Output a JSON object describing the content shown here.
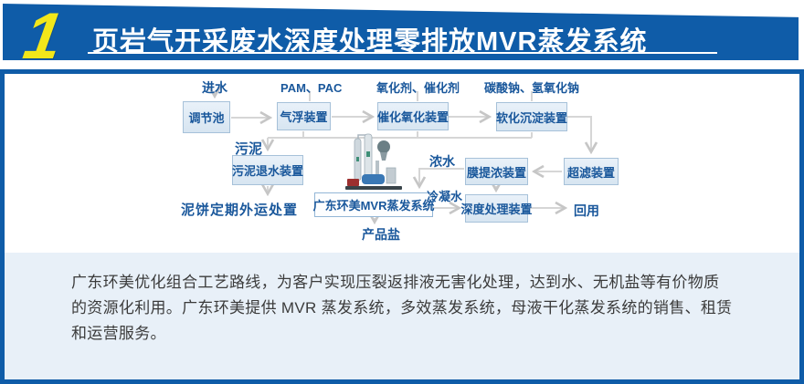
{
  "header": {
    "badge": "1",
    "title": "页岩气开采废水深度处理零排放MVR蒸发系统"
  },
  "flowchart": {
    "inputs": {
      "feed_water": "进水",
      "pam_pac": "PAM、PAC",
      "oxidant_catalyst": "氧化剂、催化剂",
      "soda_caustic": "碳酸钠、氢氧化钠"
    },
    "nodes": {
      "regulating_tank": "调节池",
      "air_flotation": "气浮装置",
      "catalytic_oxidation": "催化氧化装置",
      "softening_sedimentation": "软化沉淀装置",
      "sludge_dewatering": "污泥退水装置",
      "membrane_concentration": "膜提浓装置",
      "ultrafiltration": "超滤装置",
      "mvr_system": "广东环美MVR蒸发系统",
      "advanced_treatment": "深度处理装置"
    },
    "streams": {
      "sludge": "污泥",
      "mud_cake_disposal": "泥饼定期外运处置",
      "concentrate": "浓水",
      "condensate": "冷凝水",
      "reuse": "回用",
      "product_salt": "产品盐"
    }
  },
  "description": {
    "lines": [
      "广东环美优化组合工艺路线，为客户实现压裂返排液无害化处理，达到水、无机盐等有价物质",
      "的资源化利用。广东环美提供 MVR 蒸发系统，多效蒸发系统，母液干化蒸发系统的销售、租赁",
      "和运营服务。"
    ]
  },
  "colors": {
    "header_blue": "#0f5ca8",
    "badge_yellow": "#f3e71a",
    "panel_border_blue": "#0f5ca8",
    "desc_bg": "#e8f0f8",
    "node_fill": "#e2ecf6",
    "node_border": "#a6c1d9",
    "node_text": "#19579b",
    "connector_gray": "#d6d6d6",
    "body_text": "#3b3b3b"
  }
}
